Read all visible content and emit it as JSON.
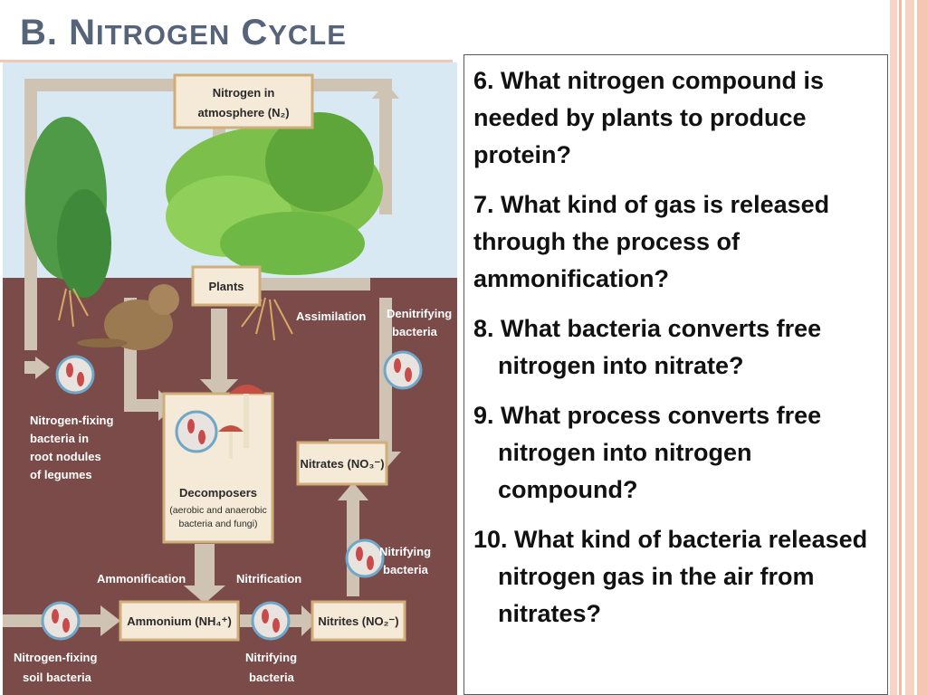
{
  "slide": {
    "title_first": "B. N",
    "title_rest_1": "ITROGEN",
    "title_second": " C",
    "title_rest_2": "YCLE"
  },
  "diagram": {
    "atmosphere": [
      "Nitrogen in",
      "atmosphere (N₂)"
    ],
    "plants": "Plants",
    "assimilation": "Assimilation",
    "denitrifying": [
      "Denitrifying",
      "bacteria"
    ],
    "nitrogen_fixing_legumes": [
      "Nitrogen-fixing",
      "bacteria in",
      "root nodules",
      "of legumes"
    ],
    "decomposers": "Decomposers",
    "decomposers_sub": [
      "(aerobic and anaerobic",
      "bacteria and fungi)"
    ],
    "nitrates": "Nitrates (NO₃⁻)",
    "nitrifying_right": [
      "Nitrifying",
      "bacteria"
    ],
    "ammonification": "Ammonification",
    "nitrification": "Nitrification",
    "ammonium": "Ammonium (NH₄⁺)",
    "nitrites": "Nitrites (NO₂⁻)",
    "nitrogen_fixing_soil": [
      "Nitrogen-fixing",
      "soil bacteria"
    ],
    "nitrifying_bottom": [
      "Nitrifying",
      "bacteria"
    ]
  },
  "questions": [
    {
      "text": "6. What nitrogen compound is needed by plants to produce protein?"
    },
    {
      "text": "7. What kind of gas is released through the process of ammonification?"
    },
    {
      "text": "8. What bacteria converts free nitrogen into nitrate?"
    },
    {
      "text": "9. What process converts free nitrogen into nitrogen compound?"
    },
    {
      "text": "10. What kind of bacteria released nitrogen gas in the air from nitrates?"
    }
  ],
  "colors": {
    "title": "#56647a",
    "soil": "#7a4b48",
    "sky": "#d8e9f3",
    "arrow": "#cfc3b3",
    "label_box": "#f5ead8",
    "accent_stripe": "#f2b9a3"
  }
}
